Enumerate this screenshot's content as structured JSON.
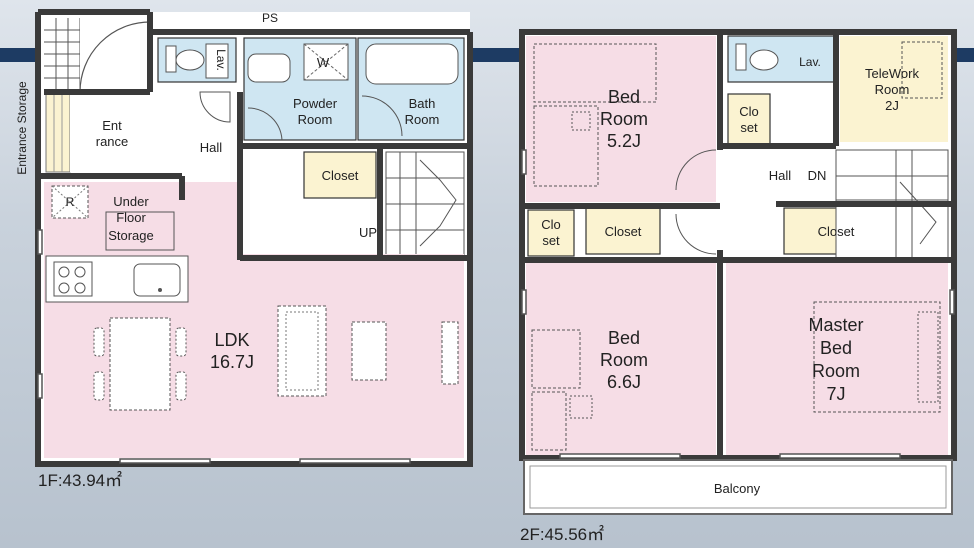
{
  "floor1": {
    "area": "1F:43.94㎡",
    "entrance_storage": "Entrance Storage",
    "entrance": [
      "Ent",
      "rance"
    ],
    "hall": "Hall",
    "ps": "PS",
    "lav": "Lav.",
    "w": "W",
    "powder_room": [
      "Powder",
      "Room"
    ],
    "bath_room": [
      "Bath",
      "Room"
    ],
    "closet": "Closet",
    "up": "UP",
    "refrigerator": "R",
    "under_floor_storage": [
      "Under",
      "Floor",
      "Storage"
    ],
    "ldk": [
      "LDK",
      "16.7J"
    ]
  },
  "floor2": {
    "area": "2F:45.56㎡",
    "bed_room_1": [
      "Bed",
      "Room",
      "5.2J"
    ],
    "lav": "Lav.",
    "telework_room": [
      "TeleWork",
      "Room",
      "2J"
    ],
    "closet_small_1": [
      "Clo",
      "set"
    ],
    "hall": "Hall",
    "dn": "DN",
    "closet_small_2": [
      "Clo",
      "set"
    ],
    "closet_1": "Closet",
    "closet_2": "Closet",
    "bed_room_2": [
      "Bed",
      "Room",
      "6.6J"
    ],
    "master_bed_room": [
      "Master",
      "Bed",
      "Room",
      "7J"
    ],
    "balcony": "Balcony"
  },
  "colors": {
    "background": "#c9d2dc",
    "header_bar": "#1d3b63",
    "wall": "#3a3a3a",
    "pink_room": "#f6dde6",
    "blue_room": "#cfe6f2",
    "yellow_room": "#fbf3d1",
    "floor_white": "#ffffff",
    "entrance_tile": "#fbf3d1"
  }
}
